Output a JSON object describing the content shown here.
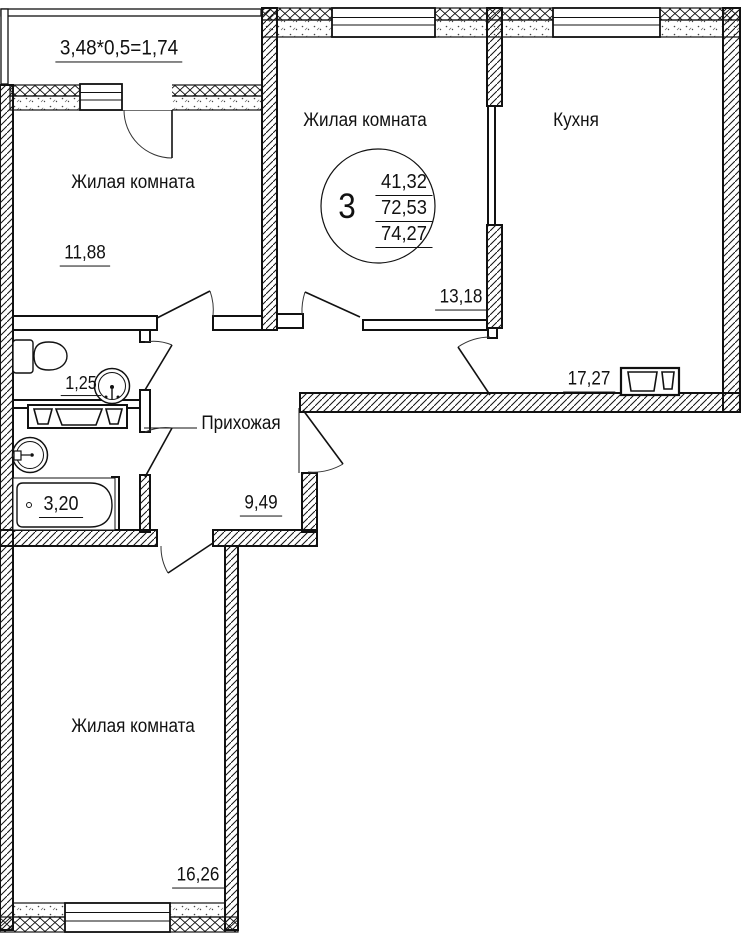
{
  "balcony": {
    "formula": "3,48*0,5=1,74"
  },
  "apartment_badge": {
    "room_count": "3",
    "living_area": "41,32",
    "floor_area": "72,53",
    "total_area": "74,27"
  },
  "rooms": {
    "living_left": {
      "name": "Жилая комната",
      "area": "11,88"
    },
    "living_middle": {
      "name": "Жилая комната",
      "area": "13,18"
    },
    "kitchen": {
      "name": "Кухня",
      "area": "17,27"
    },
    "wc": {
      "area": "1,25"
    },
    "bathroom": {
      "area": "3,20"
    },
    "hallway": {
      "name": "Прихожая",
      "area": "9,49"
    },
    "living_bottom": {
      "name": "Жилая комната",
      "area": "16,26"
    }
  },
  "colors": {
    "line": "#111111",
    "background": "#ffffff"
  }
}
